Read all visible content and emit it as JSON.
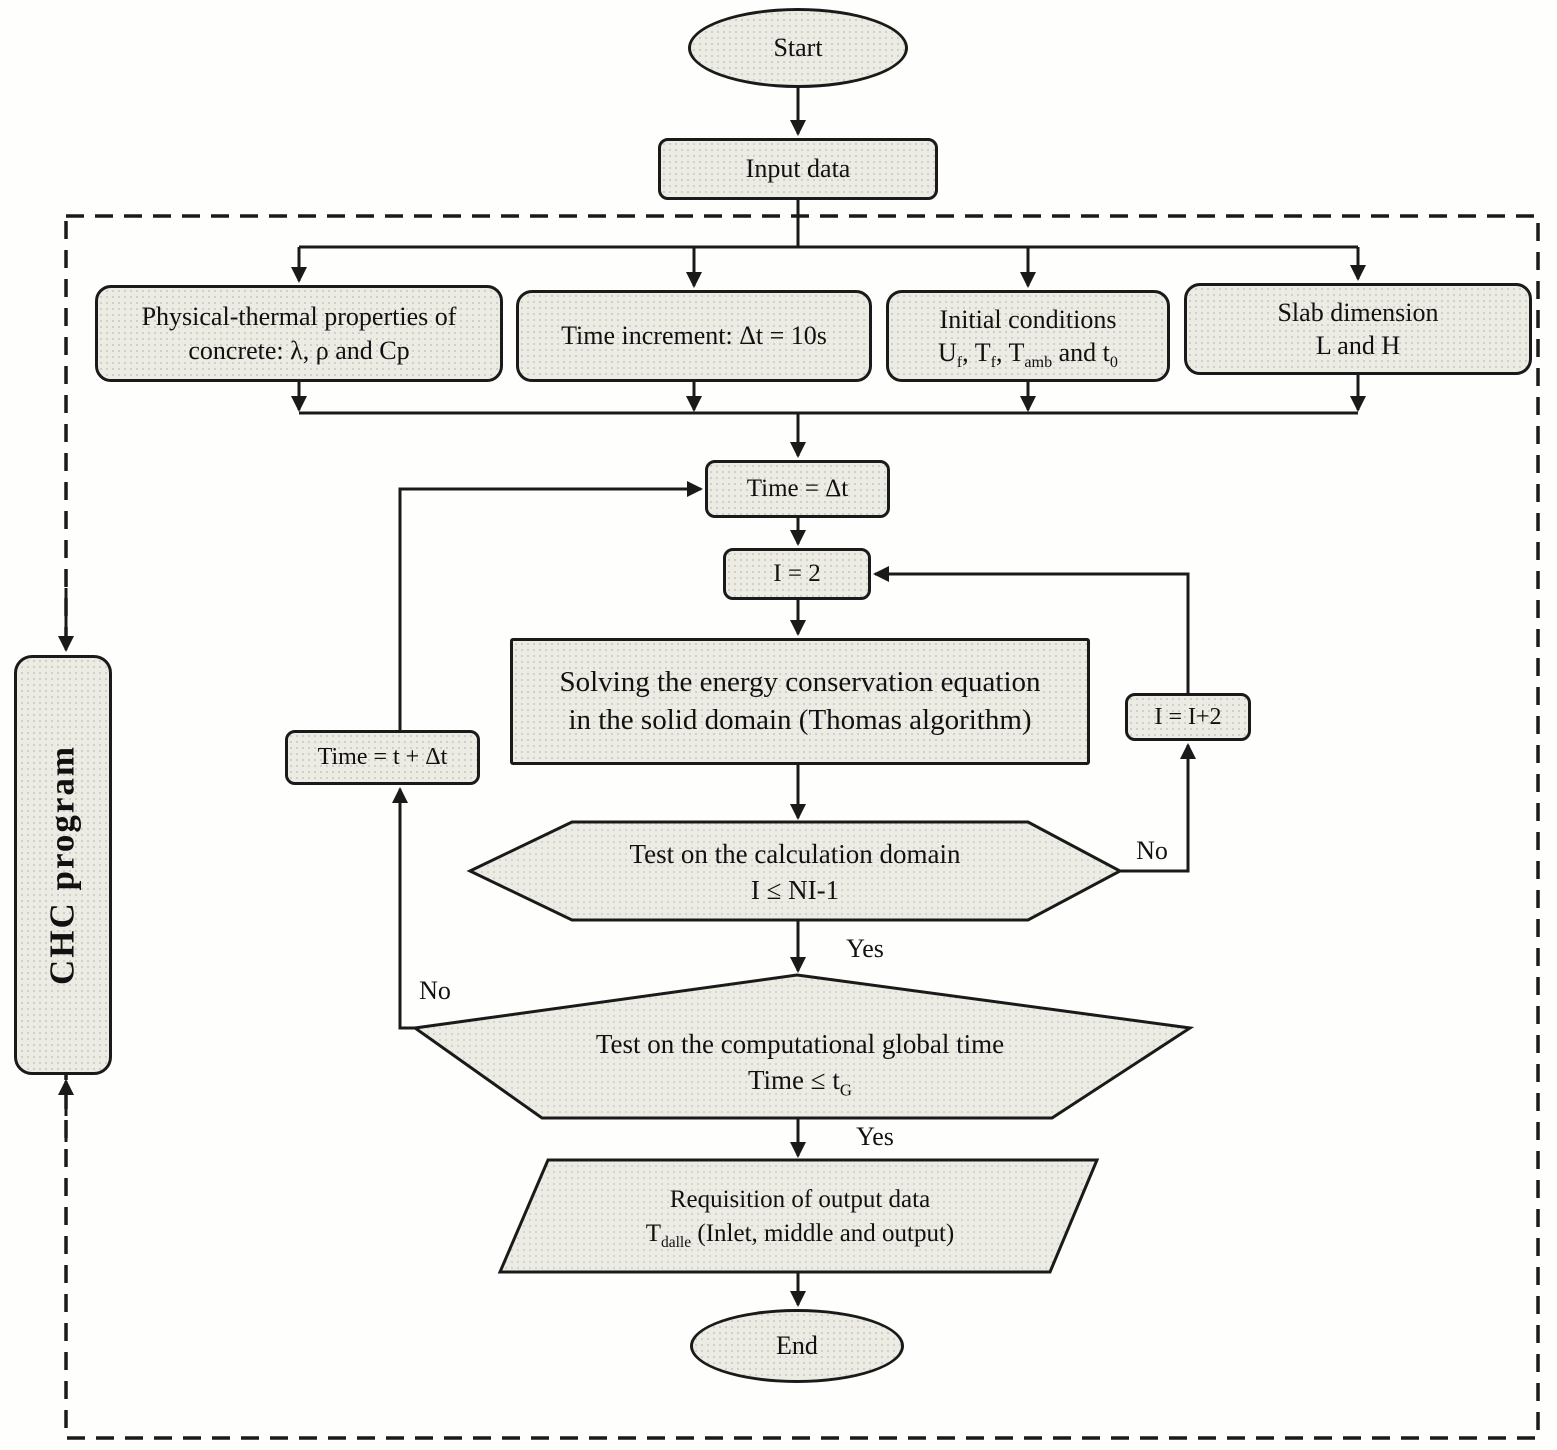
{
  "figure": {
    "program_label": "CHC program"
  },
  "nodes": {
    "start": "Start",
    "input_data": "Input data",
    "properties": {
      "line1": "Physical-thermal properties of",
      "line2": "concrete: λ, ρ and Cp"
    },
    "time_increment": "Time increment: Δt = 10s",
    "initial_conditions": {
      "line1": "Initial conditions",
      "p1": "U",
      "s1": "f",
      "p2": ", T",
      "s2": "f",
      "p3": ", T",
      "s3": "amb",
      "p4": " and t",
      "s4": "0"
    },
    "slab_dimension": {
      "line1": "Slab dimension",
      "line2": "L and H"
    },
    "time_eq_dt": "Time = Δt",
    "i_eq_2": "I = 2",
    "solver": {
      "line1": "Solving the energy conservation equation",
      "line2": "in the solid domain (Thomas algorithm)"
    },
    "test_domain": {
      "line1": "Test on the calculation domain",
      "line2": "I ≤ NI-1"
    },
    "i_increment": "I = I+2",
    "time_update": "Time = t + Δt",
    "test_time": {
      "line1": "Test on the computational global time",
      "p1": "Time ≤ t",
      "s1": "G"
    },
    "output": {
      "line1": "Requisition of output data",
      "p1": "T",
      "s1": "dalle",
      "p2": " (Inlet, middle and output)"
    },
    "end": "End"
  },
  "edge_labels": {
    "domain_no": "No",
    "domain_yes": "Yes",
    "time_no": "No",
    "time_yes": "Yes"
  },
  "colors": {
    "shape_fill": "#ecebe4",
    "stroke": "#1a1a1a"
  }
}
